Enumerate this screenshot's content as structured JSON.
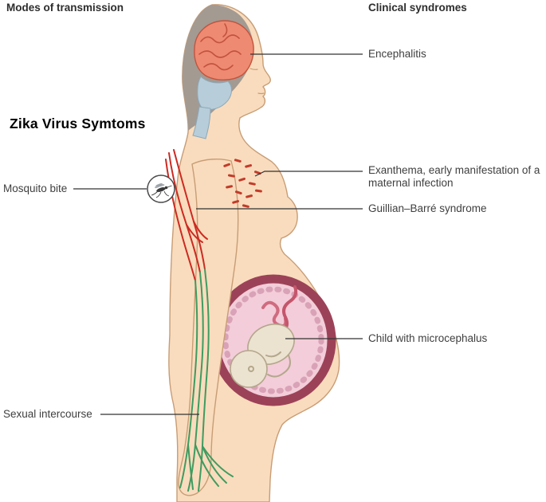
{
  "page": {
    "title": "Zika Virus Symtoms"
  },
  "headers": {
    "left": "Modes of transmission",
    "right": "Clinical syndromes"
  },
  "labels": {
    "mosquito_bite": "Mosquito bite",
    "sexual_intercourse": "Sexual intercourse",
    "encephalitis": "Encephalitis",
    "exanthema": "Exanthema, early manifestation of a maternal infection",
    "guillain_barre": "Guillian–Barré syndrome",
    "microcephalus": "Child with microcephalus"
  },
  "icons": {
    "mosquito": "mosquito-icon"
  },
  "colors": {
    "skin": "#f9dcbd",
    "skin-outline": "#c79d76",
    "hair": "#a39a92",
    "brain": "#ef8a72",
    "brain-detail": "#c2543e",
    "brainstem": "#b7cdd9",
    "brainstem-outline": "#8aa8ba",
    "womb-ring": "#9c4258",
    "womb-inner": "#f3cdd9",
    "womb-scallop": "#d9a2b6",
    "fetus": "#ece2d0",
    "fetus-outline": "#b3a78c",
    "cord": "#c4566c",
    "rash": "#c23b2a",
    "nerve-red": "#cc2a22",
    "nerve-green": "#3f9b60",
    "leader": "#333333",
    "text": "#3f3f3f",
    "title": "#000000"
  }
}
